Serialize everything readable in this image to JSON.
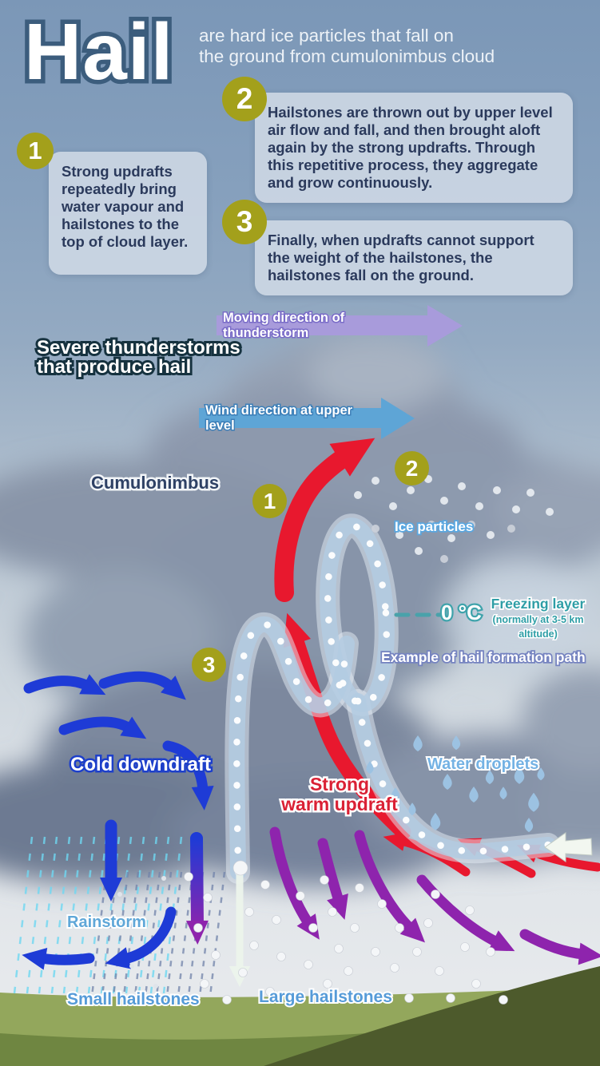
{
  "colors": {
    "sky_top": "#7b97b7",
    "sky_bottom": "#e6e9ec",
    "step_badge_olive": "#a3a01b",
    "callout_box": "#cbd6e3",
    "callout_text": "#2b3a5c",
    "updraft_red": "#e8182e",
    "downdraft_blue": "#1e3bd6",
    "hail_arrow_purple": "#8e24ad",
    "thunderstorm_arrow_lavender": "#a89bdb",
    "wind_arrow_blue": "#5ea5d6",
    "freezing_teal": "#3fa3ab",
    "hail_label_blue": "#569bd8",
    "ground_green": "#6f8641"
  },
  "header": {
    "title": "Hail",
    "subtitle": [
      "are hard ice particles that fall on",
      "the ground from cumulonimbus cloud"
    ],
    "steps": [
      {
        "number": "1",
        "text": "Strong updrafts repeatedly bring water vapour and hailstones to the top of cloud layer."
      },
      {
        "number": "2",
        "text": "Hailstones are thrown out by upper level air flow and fall, and then brought aloft again by the strong updrafts. Through this repetitive process, they aggregate and grow continuously."
      },
      {
        "number": "3",
        "text": "Finally, when updrafts cannot support the weight of the hailstones, the hailstones fall on the ground."
      }
    ]
  },
  "diagram": {
    "section_title": [
      "Severe thunderstorms",
      "that produce hail"
    ],
    "moving_direction": "Moving direction of thunderstorm",
    "wind_direction": "Wind direction at upper level",
    "cloud_name": "Cumulonimbus",
    "markers": {
      "m1": "1",
      "m2": "2",
      "m3": "3"
    },
    "ice_particles": "Ice particles",
    "freezing_temp": "0 °C",
    "freezing_layer": "Freezing layer",
    "freezing_note": [
      "(normally at 3-5 km",
      "altitude)"
    ],
    "path_example": "Example of hail formation path",
    "cold_downdraft": "Cold downdraft",
    "warm_updraft": [
      "Strong",
      "warm updraft"
    ],
    "water_droplets": "Water droplets",
    "rainstorm": "Rainstorm",
    "small_hailstones": "Small hailstones",
    "large_hailstones": "Large hailstones"
  }
}
